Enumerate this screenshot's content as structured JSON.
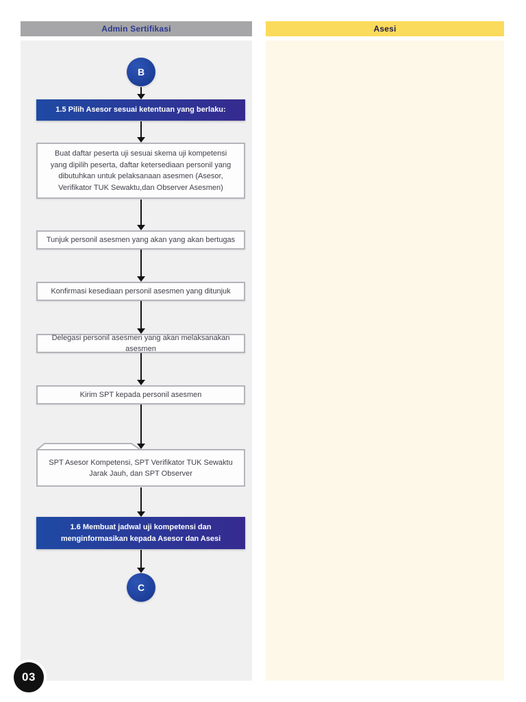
{
  "page": {
    "page_number": "03"
  },
  "columns": {
    "admin": {
      "label": "Admin Sertifikasi"
    },
    "asesi": {
      "label": "Asesi"
    }
  },
  "flowchart": {
    "connector_start": "B",
    "connector_end": "C",
    "nodes": [
      {
        "type": "step",
        "text": "1.5 Pilih Asesor sesuai ketentuan yang berlaku:"
      },
      {
        "type": "process",
        "text": "Buat daftar peserta uji sesuai skema uji kompetensi yang dipilih peserta, daftar ketersediaan personil yang dibutuhkan untuk pelaksanaan asesmen (Asesor, Verifikator TUK Sewaktu,dan Observer Asesmen)"
      },
      {
        "type": "process",
        "text": "Tunjuk personil asesmen yang akan yang akan bertugas"
      },
      {
        "type": "process",
        "text": "Konfirmasi kesediaan personil asesmen yang ditunjuk"
      },
      {
        "type": "process",
        "text": "Delegasi personil asesmen yang akan melaksanakan asesmen"
      },
      {
        "type": "process",
        "text": "Kirim SPT kepada personil asesmen"
      },
      {
        "type": "document",
        "text": "SPT Asesor Kompetensi, SPT Verifikator TUK Sewaktu Jarak Jauh, dan SPT Observer"
      },
      {
        "type": "step",
        "text": "1.6 Membuat jadwal uji kompetensi dan menginformasikan kepada Asesor dan Asesi"
      }
    ]
  },
  "colors": {
    "connector_blue": "#1d3f99",
    "step_gradient_start": "#1e4aa4",
    "step_gradient_end": "#362a8f",
    "header_gray": "#a6a6a8",
    "header_gray_text": "#2b3990",
    "header_yellow": "#fbdb5b",
    "header_yellow_text": "#211d4e",
    "lane_gray": "#f0f0f1",
    "lane_cream": "#fdf8e8",
    "process_border": "#b4b4ba",
    "arrow_black": "#141414",
    "badge_black": "#111111"
  }
}
